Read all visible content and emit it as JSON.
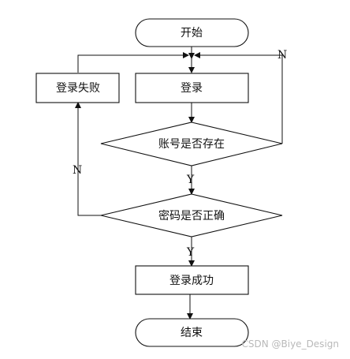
{
  "nodes": {
    "start": "开始",
    "login": "登录",
    "login_failed": "登录失败",
    "account_exists": "账号是否存在",
    "password_correct": "密码是否正确",
    "login_success": "登录成功",
    "end": "结束"
  },
  "edges": {
    "account_no": "N",
    "account_yes": "Y",
    "password_no": "N",
    "password_yes": "Y"
  },
  "watermark": "CSDN @Biye_Design"
}
